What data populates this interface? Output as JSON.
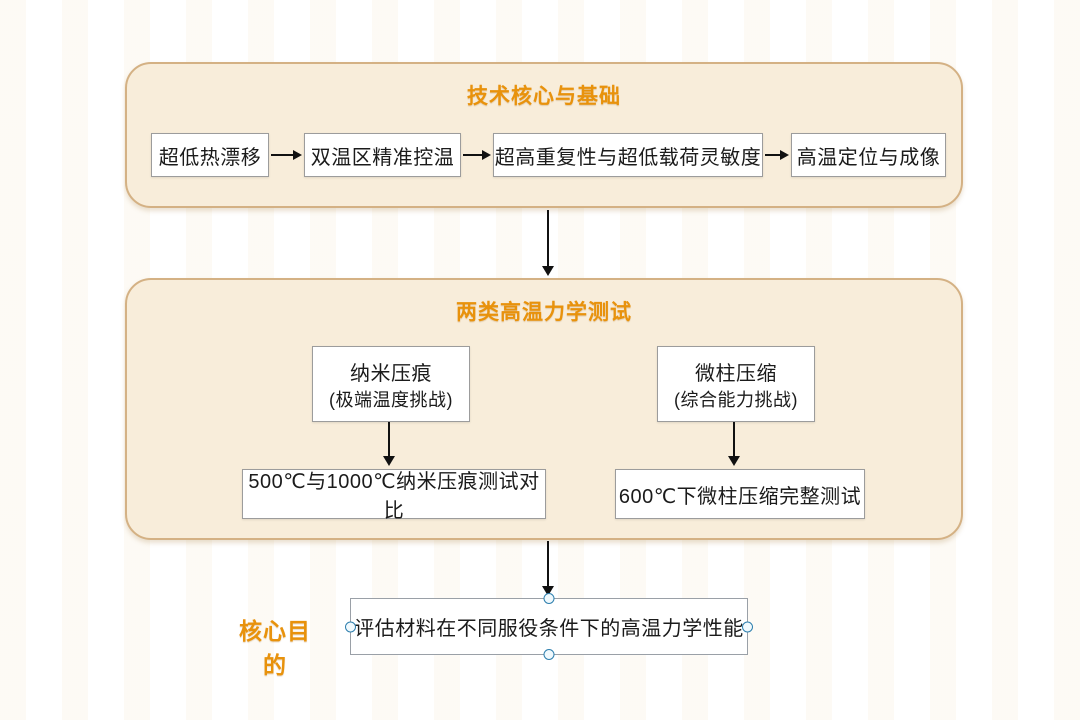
{
  "colors": {
    "accent_orange": "#e8920c",
    "panel_fill": "#f8edda",
    "panel_border": "#d4b184",
    "node_border": "#9c9c9c",
    "arrow": "#111111",
    "handle_border": "#2e7fae",
    "handle_fill": "#f0f9fd"
  },
  "top_panel": {
    "title": "技术核心与基础",
    "steps": [
      "超低热漂移",
      "双温区精准控温",
      "超高重复性与超低载荷灵敏度",
      "高温定位与成像"
    ]
  },
  "middle_panel": {
    "title": "两类高温力学测试",
    "branches": [
      {
        "name": "纳米压痕",
        "subtitle": "(极端温度挑战)",
        "result": "500℃与1000℃纳米压痕测试对比"
      },
      {
        "name": "微柱压缩",
        "subtitle": "(综合能力挑战)",
        "result": "600℃下微柱压缩完整测试"
      }
    ]
  },
  "footer": {
    "label": "核心目的",
    "goal": "评估材料在不同服役条件下的高温力学性能"
  }
}
